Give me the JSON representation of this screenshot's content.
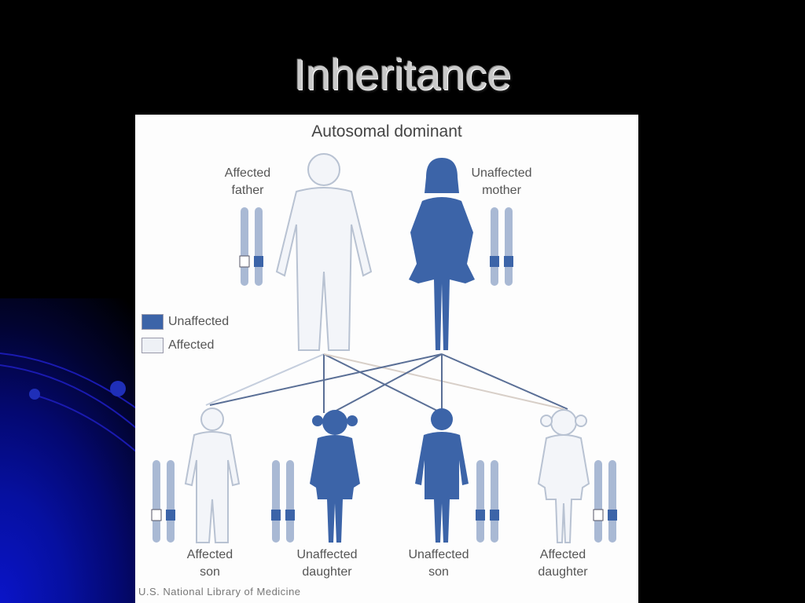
{
  "slide": {
    "title": "Inheritance"
  },
  "figure": {
    "title": "Autosomal dominant",
    "credit": "U.S. National Library of Medicine",
    "colors": {
      "unaffected": "#3c64a8",
      "affected": "#eef1f6",
      "chromosome": "#a9b9d4",
      "line_dark": "#5a6f96",
      "line_light": "#c5cedd"
    },
    "legend": [
      {
        "label": "Unaffected",
        "color": "#3c64a8"
      },
      {
        "label": "Affected",
        "color": "#eef1f6"
      }
    ],
    "parents": [
      {
        "label_line1": "Affected",
        "label_line2": "father",
        "status": "affected"
      },
      {
        "label_line1": "Unaffected",
        "label_line2": "mother",
        "status": "unaffected"
      }
    ],
    "children": [
      {
        "label_line1": "Affected",
        "label_line2": "son",
        "status": "affected"
      },
      {
        "label_line1": "Unaffected",
        "label_line2": "daughter",
        "status": "unaffected"
      },
      {
        "label_line1": "Unaffected",
        "label_line2": "son",
        "status": "unaffected"
      },
      {
        "label_line1": "Affected",
        "label_line2": "daughter",
        "status": "affected"
      }
    ]
  }
}
